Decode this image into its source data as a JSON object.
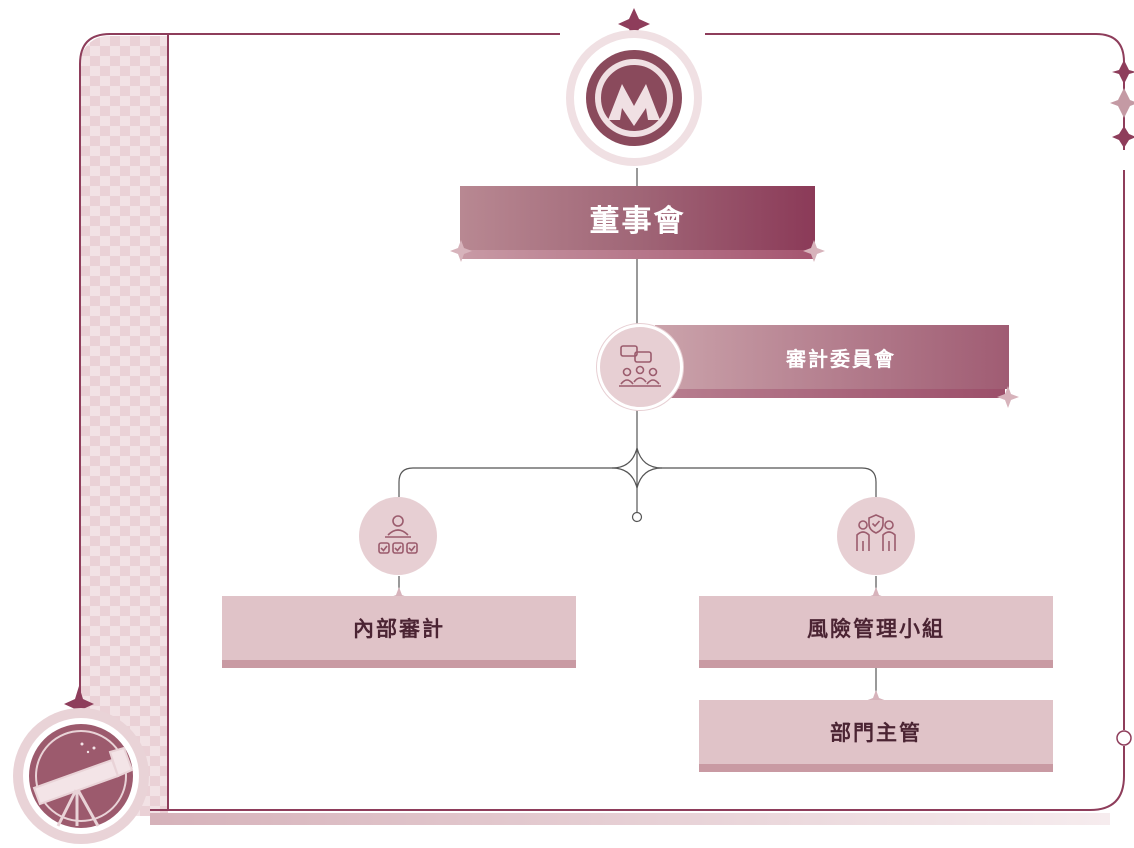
{
  "org_chart": {
    "board": {
      "label": "董事會",
      "icon": "company-logo-icon"
    },
    "audit_committee": {
      "label": "審計委員會",
      "icon": "meeting-icon"
    },
    "internal_audit": {
      "label": "內部審計",
      "icon": "checklist-presenter-icon"
    },
    "risk_team": {
      "label": "風險管理小組",
      "icon": "security-team-icon"
    },
    "department_heads": {
      "label": "部門主管"
    }
  },
  "decoration": {
    "corner_icon": "telescope-icon",
    "sparkle_icon": "sparkle-icon"
  },
  "colors": {
    "frame": "#8e3d5b",
    "board_dark": "#8b3a58",
    "box_light": "#e0c3c8",
    "box_base": "#c99aa3",
    "icon_circle": "#e7cfd3"
  }
}
